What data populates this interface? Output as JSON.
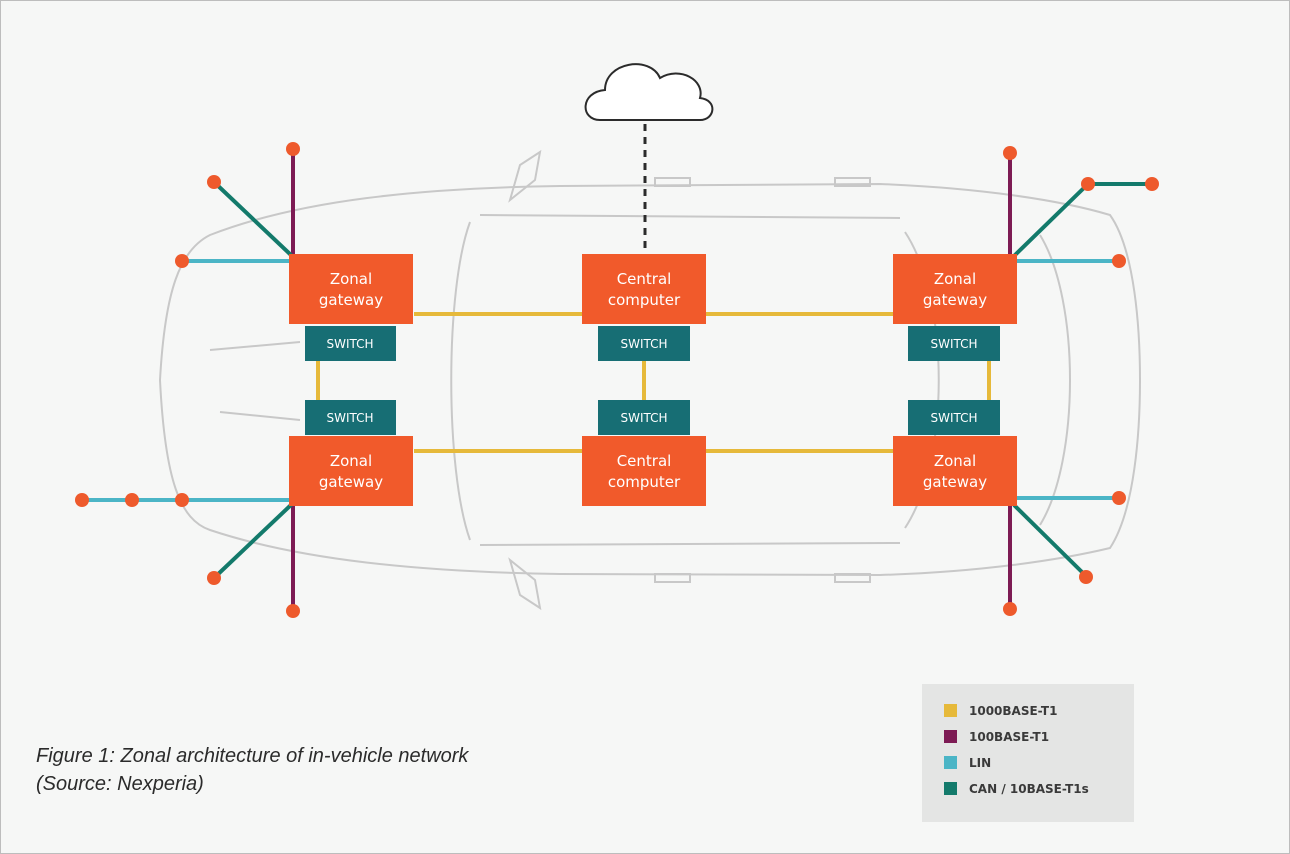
{
  "diagram": {
    "nodes": {
      "zonal_gateway_label": [
        "Zonal",
        "gateway"
      ],
      "central_computer_label": [
        "Central",
        "computer"
      ],
      "switch_label": "SWITCH"
    }
  },
  "legend": {
    "items": [
      {
        "label": "1000BASE-T1",
        "color": "#e6b93a"
      },
      {
        "label": "100BASE-T1",
        "color": "#7d1b54"
      },
      {
        "label": "LIN",
        "color": "#4bb5c6"
      },
      {
        "label": "CAN / 10BASE-T1s",
        "color": "#137a6b"
      }
    ]
  },
  "caption": {
    "line1": "Figure 1: Zonal architecture of in-vehicle network",
    "line2": "(Source: Nexperia)"
  },
  "colors": {
    "node": "#f15a2b",
    "switch": "#176e74",
    "endpoint": "#ee5a2c",
    "car_outline": "#c8c8c8",
    "background": "#f6f7f6"
  }
}
